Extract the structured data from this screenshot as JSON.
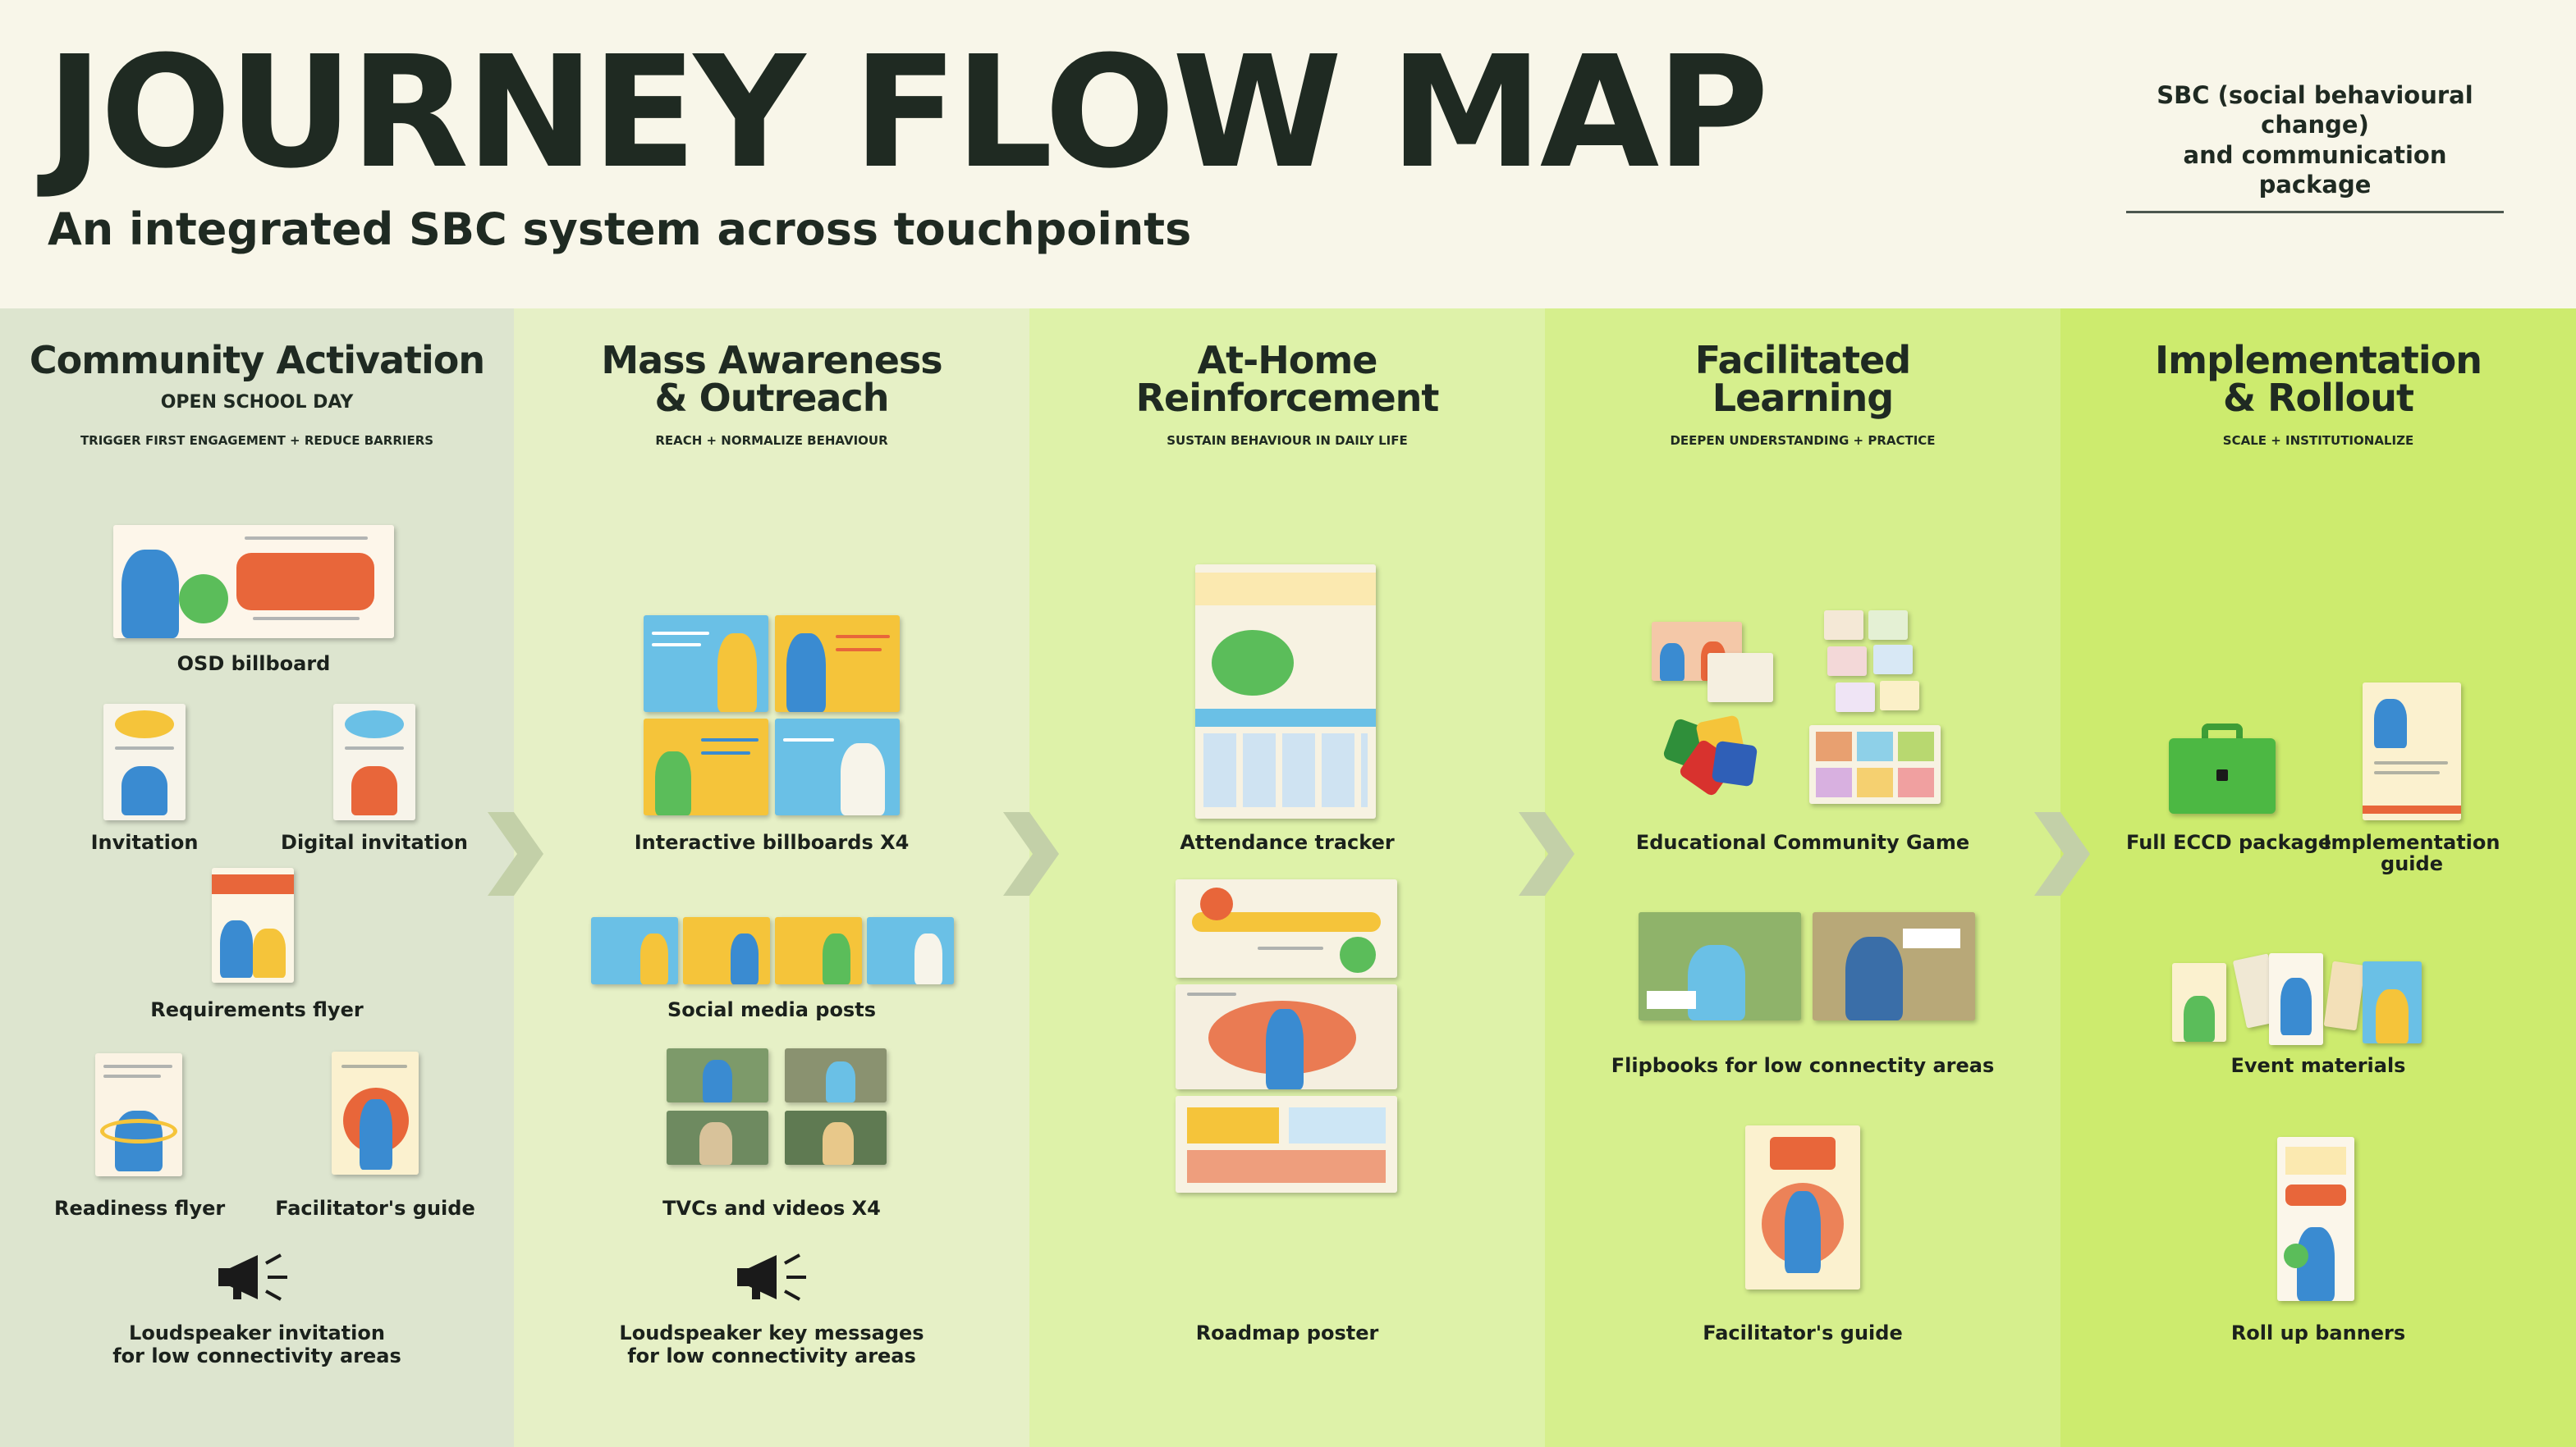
{
  "header": {
    "title": "JOURNEY FLOW MAP",
    "subtitle": "An integrated SBC system across touchpoints",
    "package_line1": "SBC (social behavioural change)",
    "package_line2": "and communication package"
  },
  "colors": {
    "background": "#f8f6e9",
    "text": "#1f2a22",
    "stage1": "#dde5cf",
    "stage2": "#e6f0c6",
    "stage3": "#def2a9",
    "stage4": "#d6ef8d",
    "stage5": "#cdeb6e",
    "arrow": "#c3d0a8"
  },
  "stages": [
    {
      "title": "Community Activation",
      "subtitle": "OPEN SCHOOL DAY",
      "goal": "TRIGGER FIRST ENGAGEMENT + REDUCE BARRIERS",
      "items": [
        "OSD billboard",
        "Invitation",
        "Digital invitation",
        "Requirements flyer",
        "Readiness flyer",
        "Facilitator's guide",
        "Loudspeaker invitation",
        "for low connectivity areas"
      ]
    },
    {
      "title": "Mass Awareness\n& Outreach",
      "subtitle": "",
      "goal": "REACH + NORMALIZE BEHAVIOUR",
      "items": [
        "Interactive billboards X4",
        "Social media posts",
        "TVCs and videos X4",
        "Loudspeaker key messages",
        "for low connectivity areas"
      ]
    },
    {
      "title": "At-Home\nReinforcement",
      "subtitle": "",
      "goal": "SUSTAIN BEHAVIOUR IN DAILY LIFE",
      "items": [
        "Attendance tracker",
        "Roadmap poster"
      ]
    },
    {
      "title": "Facilitated\nLearning",
      "subtitle": "",
      "goal": "DEEPEN UNDERSTANDING + PRACTICE",
      "items": [
        "Educational Community Game",
        "Flipbooks for low connectity areas",
        "Facilitator's guide"
      ]
    },
    {
      "title": "Implementation\n& Rollout",
      "subtitle": "",
      "goal": "SCALE + INSTITUTIONALIZE",
      "items": [
        "Full ECCD package",
        "Implementation",
        "guide",
        "Event materials",
        "Roll up banners"
      ]
    }
  ],
  "icons": [
    "megaphone-icon",
    "chevron-right-icon"
  ]
}
